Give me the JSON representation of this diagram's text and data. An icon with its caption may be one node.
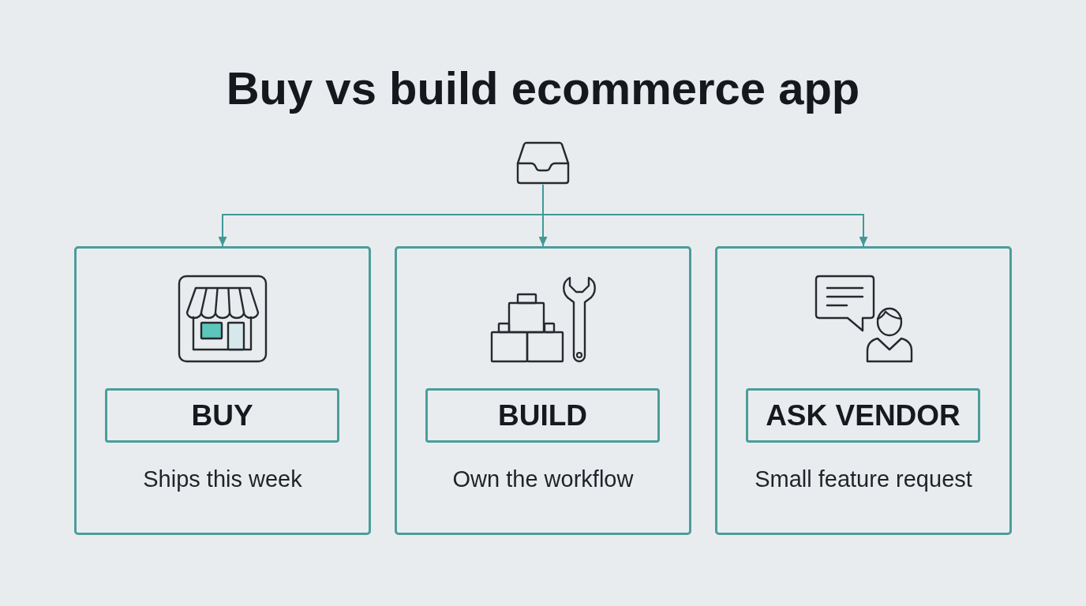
{
  "diagram": {
    "title": "Buy vs build ecommerce app",
    "nodes": [
      {
        "text": [],
        "shape": "picture"
      },
      {
        "text": [
          "Ships this week"
        ]
      },
      {
        "text": [
          "BUY"
        ],
        "in": 1
      },
      {
        "text": [
          "Own the workflow"
        ]
      },
      {
        "text": [
          "BUILD"
        ],
        "in": 3
      },
      {
        "text": [
          "Small feature request"
        ]
      },
      {
        "text": [
          "ASK VENDOR"
        ],
        "in": 5
      }
    ],
    "edges": [
      {
        "from": 0,
        "to": 1,
        "arrow": "to"
      },
      {
        "from": 0,
        "to": 3,
        "arrow": "to"
      },
      {
        "from": 0,
        "to": 5,
        "arrow": "to"
      }
    ]
  }
}
